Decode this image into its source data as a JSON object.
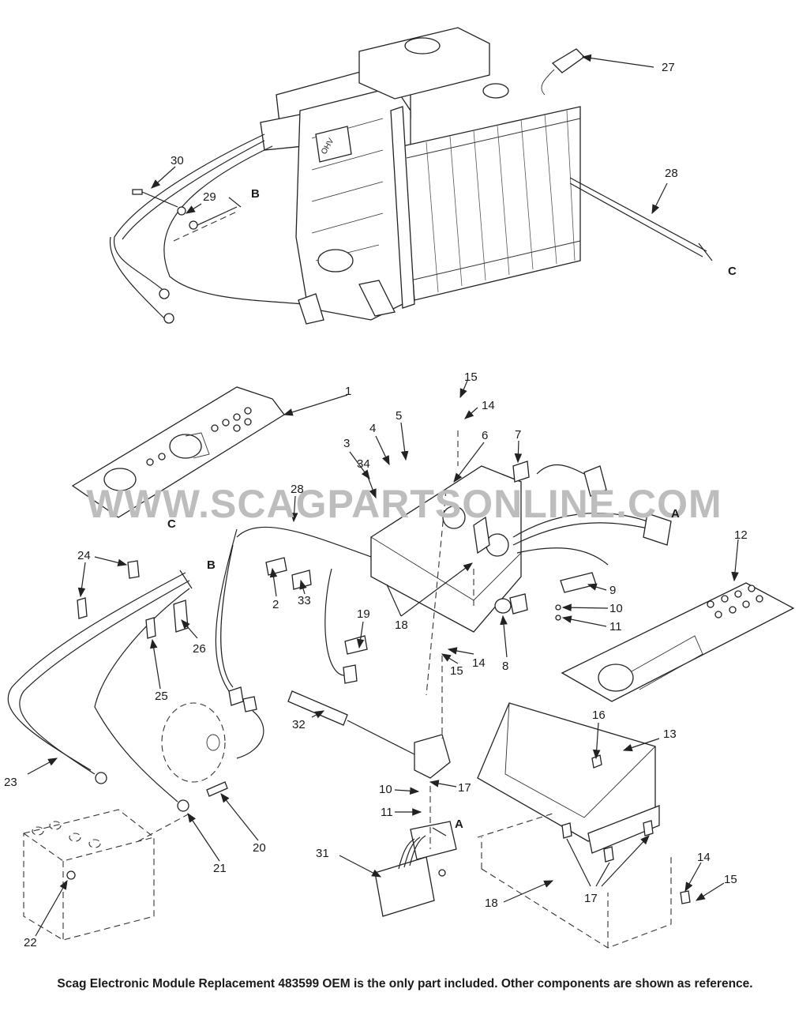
{
  "watermark": "WWW.SCAGPARTSONLINE.COM",
  "caption": "Scag Electronic Module Replacement 483599 OEM is the only part included. Other components are shown as reference.",
  "engine_callouts": [
    "27",
    "28",
    "30",
    "29"
  ],
  "ref_letters": [
    "B",
    "C",
    "C",
    "B",
    "A",
    "A"
  ],
  "callouts": [
    "1",
    "15",
    "14",
    "3",
    "4",
    "5",
    "6",
    "7",
    "34",
    "28",
    "2",
    "33",
    "24",
    "26",
    "25",
    "18",
    "19",
    "12",
    "9",
    "10",
    "11",
    "15",
    "14",
    "8",
    "32",
    "23",
    "20",
    "21",
    "22",
    "10",
    "11",
    "17",
    "31",
    "16",
    "13",
    "17",
    "18",
    "14",
    "15"
  ]
}
